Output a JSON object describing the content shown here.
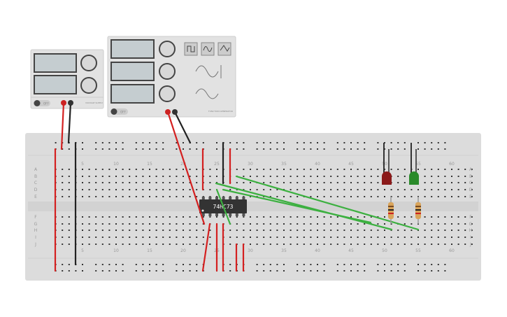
{
  "power_supply": {
    "switch_label": "OFF",
    "brand_label": "VOLTAGE SUPPLY",
    "icon": "lightning-icon"
  },
  "function_generator": {
    "switch_label": "OFF",
    "brand_label": "FUNCTION GENERATOR",
    "waveforms": [
      "square",
      "sine",
      "triangle"
    ]
  },
  "breadboard": {
    "column_labels": [
      "5",
      "10",
      "15",
      "20",
      "25",
      "30",
      "35",
      "40",
      "45",
      "50",
      "55",
      "60"
    ],
    "row_labels_top": [
      "A",
      "B",
      "C",
      "D",
      "E"
    ],
    "row_labels_bottom": [
      "F",
      "G",
      "H",
      "I",
      "J"
    ]
  },
  "chip": {
    "label": "74HC73"
  },
  "leds": [
    {
      "color": "#8b1a1a"
    },
    {
      "color": "#2a8a2a"
    }
  ],
  "colors": {
    "wire_red": "#d42020",
    "wire_black": "#222222",
    "wire_green": "#3cb040",
    "board": "#dcdcdc"
  }
}
